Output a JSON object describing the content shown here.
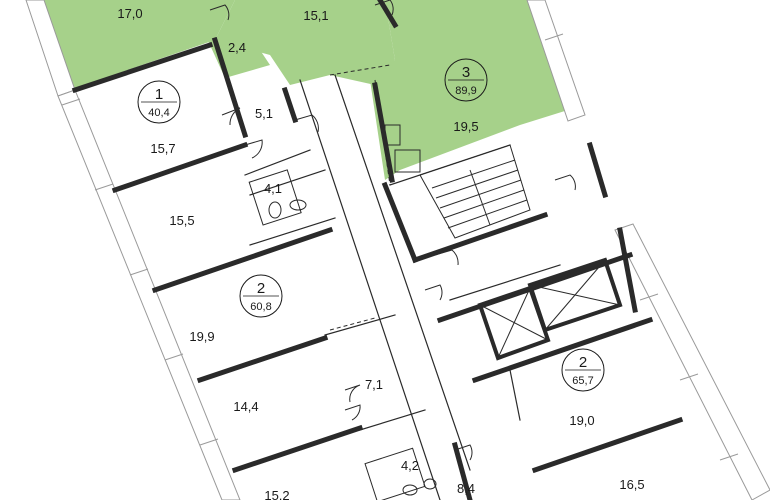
{
  "highlight_color": "#a6d18a",
  "wall_color": "#2a2a2a",
  "apartments": [
    {
      "number": "1",
      "area": "40,4"
    },
    {
      "number": "2",
      "area": "60,8"
    },
    {
      "number": "3",
      "area": "89,9"
    },
    {
      "number": "2",
      "area": "65,7"
    }
  ],
  "rooms": [
    "17,0",
    "15,1",
    "2,4",
    "19,5",
    "5,1",
    "15,7",
    "4,1",
    "15,5",
    "19,9",
    "14,4",
    "7,1",
    "4,2",
    "8,4",
    "19,0",
    "16,5",
    "15,2"
  ]
}
